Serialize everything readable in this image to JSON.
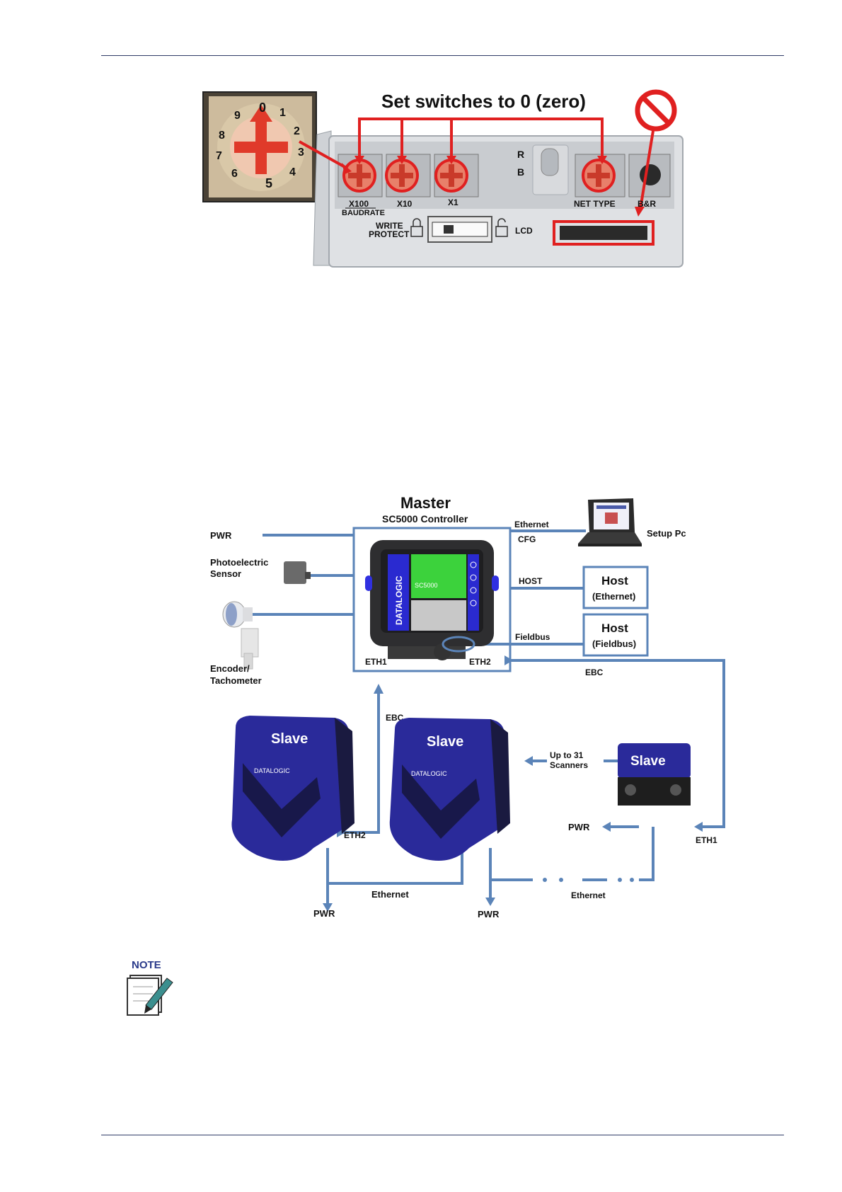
{
  "figure1": {
    "title": "Set switches to 0 (zero)",
    "dial_numbers": [
      "0",
      "1",
      "2",
      "3",
      "4",
      "5",
      "6",
      "7",
      "8",
      "9"
    ],
    "labels": {
      "r": "R",
      "b": "B",
      "x100": "X100",
      "baudrate": "BAUDRATE",
      "x10": "X10",
      "x1": "X1",
      "net_type": "NET TYPE",
      "br": "B&R",
      "write": "WRITE",
      "protect": "PROTECT",
      "lcd": "LCD"
    }
  },
  "figure2": {
    "master_title": "Master",
    "master_subtitle": "SC5000 Controller",
    "brand": "DATALOGIC",
    "model": "SC5000",
    "labels": {
      "pwr": "PWR",
      "photo_line1": "Photoelectric",
      "photo_line2": "Sensor",
      "encoder_line1": "Encoder/",
      "encoder_line2": "Tachometer",
      "ethernet_top": "Ethernet",
      "cfg": "CFG",
      "setup_pc": "Setup Pc",
      "host_port": "HOST",
      "fieldbus_port": "Fieldbus",
      "eth1_master": "ETH1",
      "eth2_master": "ETH2",
      "ebc_right": "EBC",
      "ebc_left": "EBC",
      "up_to_line1": "Up to 31",
      "up_to_line2": "Scanners",
      "eth2_slave": "ETH2",
      "eth1_slave": "ETH1",
      "pwr_slave_right": "PWR",
      "pwr_slave1": "PWR",
      "pwr_slave2": "PWR",
      "ethernet_bottom1": "Ethernet",
      "ethernet_bottom2": "Ethernet"
    },
    "host_ethernet": {
      "title": "Host",
      "subtitle": "(Ethernet)"
    },
    "host_fieldbus": {
      "title": "Host",
      "subtitle": "(Fieldbus)"
    },
    "slave_label": "Slave",
    "colors": {
      "line": "#5b84b8",
      "scanner": "#2a2a9a",
      "accent": "#e02020"
    }
  },
  "note": {
    "label": "NOTE"
  }
}
